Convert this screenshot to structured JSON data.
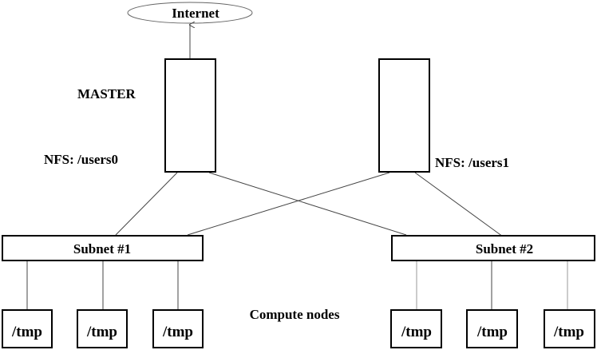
{
  "diagram": {
    "internet": {
      "label": "Internet"
    },
    "master": {
      "label": "MASTER",
      "nfs_label": "NFS: /users0"
    },
    "server2": {
      "nfs_label": "NFS: /users1"
    },
    "subnets": [
      {
        "label": "Subnet #1"
      },
      {
        "label": "Subnet #2"
      }
    ],
    "compute_nodes_label": "Compute nodes",
    "nodes": [
      {
        "label": "/tmp",
        "subnet": 1
      },
      {
        "label": "/tmp",
        "subnet": 1
      },
      {
        "label": "/tmp",
        "subnet": 1
      },
      {
        "label": "/tmp",
        "subnet": 2
      },
      {
        "label": "/tmp",
        "subnet": 2
      },
      {
        "label": "/tmp",
        "subnet": 2
      }
    ],
    "connections": [
      {
        "from": "master",
        "to": "internet"
      },
      {
        "from": "master",
        "to": "subnet-1"
      },
      {
        "from": "master",
        "to": "subnet-2"
      },
      {
        "from": "server2",
        "to": "subnet-1"
      },
      {
        "from": "server2",
        "to": "subnet-2"
      }
    ]
  }
}
